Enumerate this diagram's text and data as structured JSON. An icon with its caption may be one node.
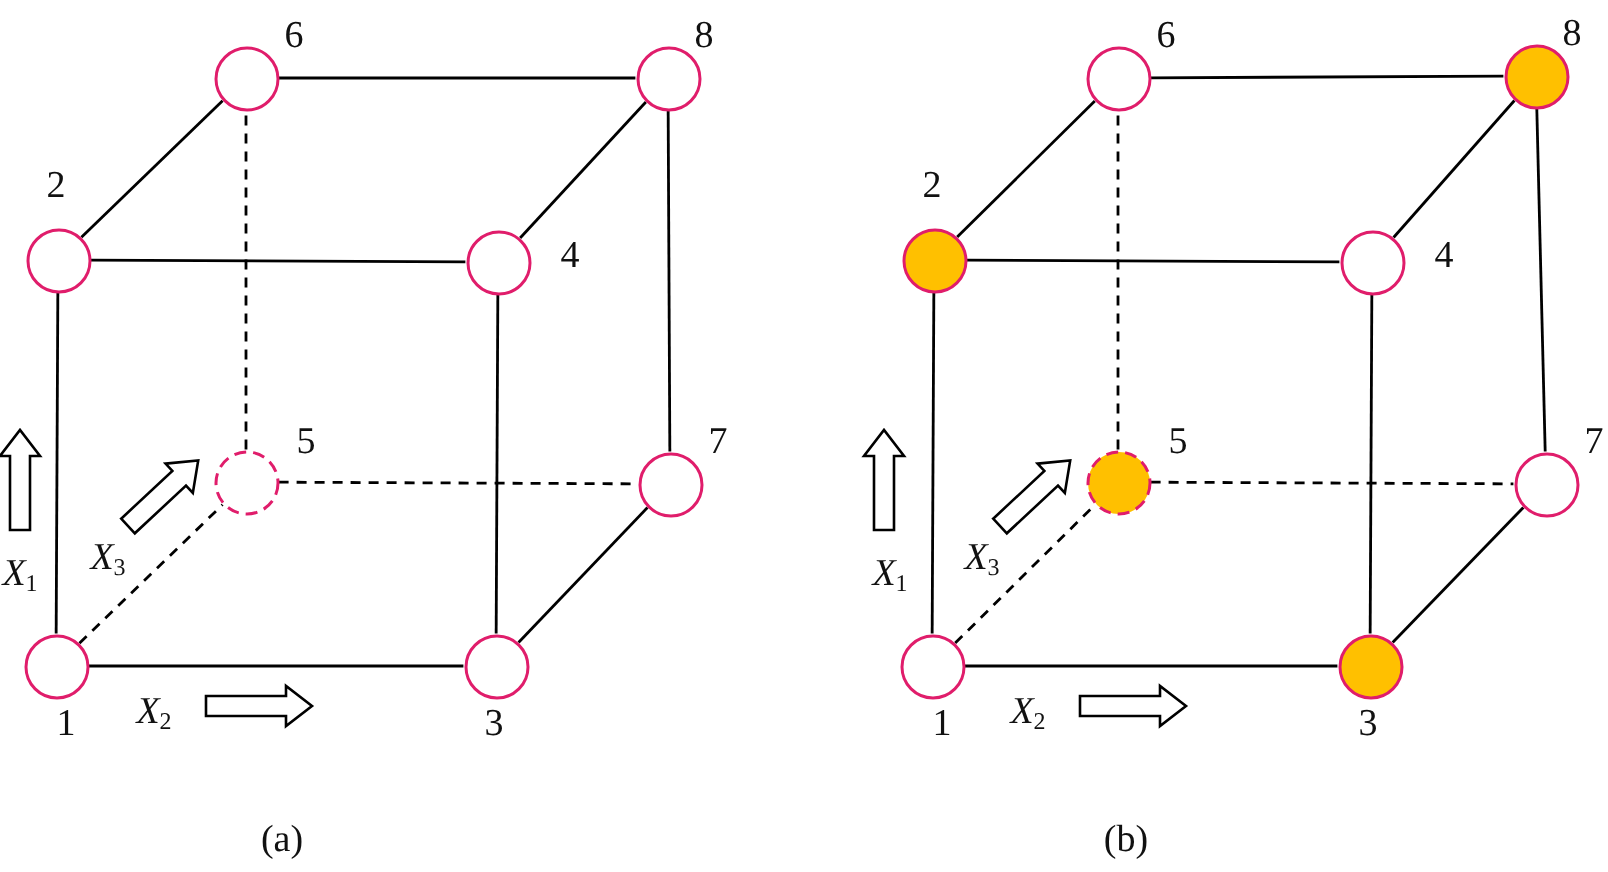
{
  "diagram": {
    "nodes": [
      {
        "text": [],
        "shape": "circle",
        "beside": [
          "1"
        ]
      },
      {
        "text": [],
        "shape": "circle",
        "beside": [
          "2"
        ]
      },
      {
        "text": [],
        "shape": "circle",
        "beside": [
          "3"
        ]
      },
      {
        "text": [],
        "shape": "circle",
        "beside": [
          "4"
        ]
      },
      {
        "text": [],
        "shape": "circle",
        "beside": [
          "5"
        ]
      },
      {
        "text": [],
        "shape": "circle",
        "beside": [
          "6"
        ]
      },
      {
        "text": [],
        "shape": "circle",
        "beside": [
          "7"
        ]
      },
      {
        "text": [],
        "shape": "circle",
        "beside": [
          "8"
        ]
      },
      {
        "text": [],
        "shape": "circle",
        "beside": [
          "1"
        ]
      },
      {
        "text": [],
        "shape": "circle",
        "beside": [
          "2"
        ]
      },
      {
        "text": [],
        "shape": "circle",
        "beside": [
          "3"
        ]
      },
      {
        "text": [],
        "shape": "circle",
        "beside": [
          "4"
        ]
      },
      {
        "text": [],
        "shape": "circle",
        "beside": [
          "5"
        ]
      },
      {
        "text": [],
        "shape": "circle",
        "beside": [
          "6"
        ]
      },
      {
        "text": [],
        "shape": "circle",
        "beside": [
          "7"
        ]
      },
      {
        "text": [],
        "shape": "circle",
        "beside": [
          "8"
        ]
      }
    ],
    "edges": [
      {
        "from": 0,
        "to": 2,
        "arrow": "none"
      },
      {
        "from": 0,
        "to": 1,
        "arrow": "none"
      },
      {
        "from": 0,
        "to": 4,
        "arrow": "none",
        "style": "dashed"
      },
      {
        "from": 1,
        "to": 3,
        "arrow": "none"
      },
      {
        "from": 1,
        "to": 5,
        "arrow": "none"
      },
      {
        "from": 2,
        "to": 3,
        "arrow": "none"
      },
      {
        "from": 2,
        "to": 6,
        "arrow": "none"
      },
      {
        "from": 3,
        "to": 7,
        "arrow": "none"
      },
      {
        "from": 4,
        "to": 5,
        "arrow": "none",
        "style": "dashed"
      },
      {
        "from": 4,
        "to": 6,
        "arrow": "none",
        "style": "dashed"
      },
      {
        "from": 5,
        "to": 7,
        "arrow": "none"
      },
      {
        "from": 6,
        "to": 7,
        "arrow": "none"
      },
      {
        "from": 8,
        "to": 10,
        "arrow": "none"
      },
      {
        "from": 8,
        "to": 9,
        "arrow": "none"
      },
      {
        "from": 8,
        "to": 12,
        "arrow": "none",
        "style": "dashed"
      },
      {
        "from": 9,
        "to": 11,
        "arrow": "none"
      },
      {
        "from": 9,
        "to": 13,
        "arrow": "none"
      },
      {
        "from": 10,
        "to": 11,
        "arrow": "none"
      },
      {
        "from": 10,
        "to": 14,
        "arrow": "none"
      },
      {
        "from": 11,
        "to": 15,
        "arrow": "none"
      },
      {
        "from": 12,
        "to": 13,
        "arrow": "none",
        "style": "dashed"
      },
      {
        "from": 12,
        "to": 14,
        "arrow": "none",
        "style": "dashed"
      },
      {
        "from": 13,
        "to": 15,
        "arrow": "none"
      },
      {
        "from": 14,
        "to": 15,
        "arrow": "none"
      }
    ],
    "labels": [
      "*X*$_{3}$",
      "*X*$_{1}$",
      "*X*$_{2}$",
      "*X*$_{3}$",
      "*X*$_{1}$",
      "*X*$_{2}$",
      "(a)",
      "(b)"
    ]
  }
}
